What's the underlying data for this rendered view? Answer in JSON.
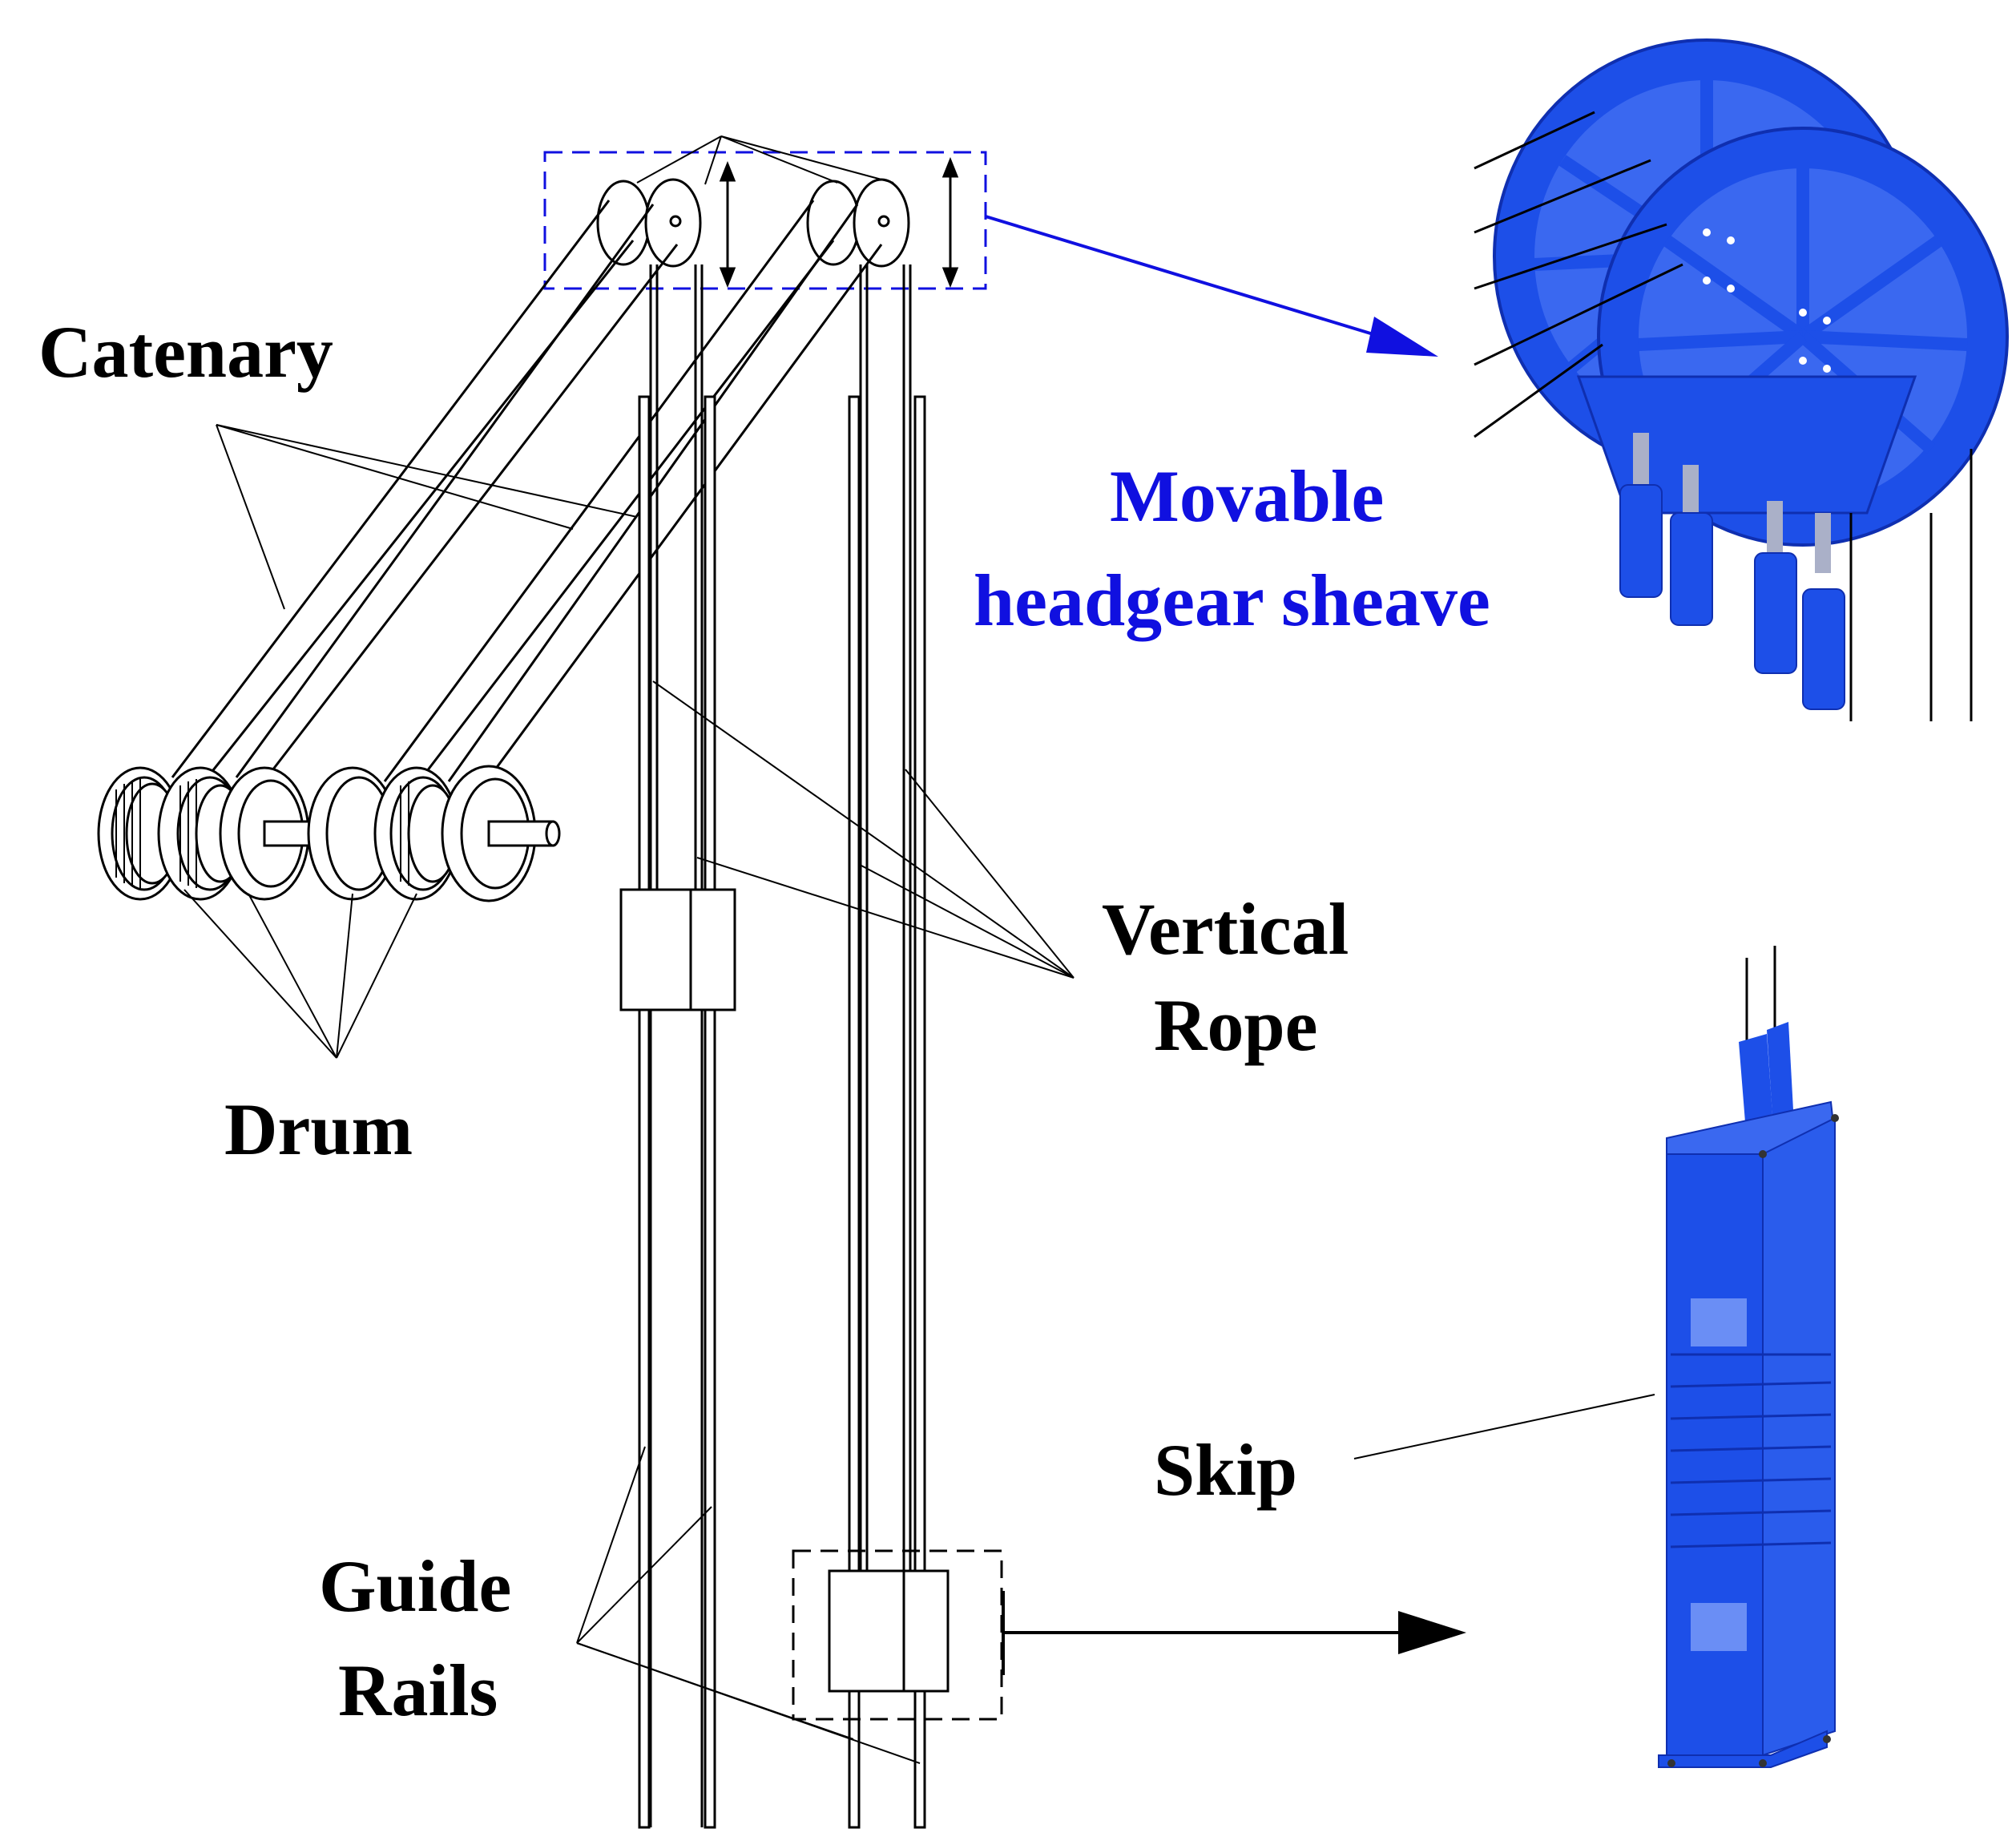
{
  "labels": {
    "catenary": "Catenary",
    "drum": "Drum",
    "vertical_rope_line1": "Vertical",
    "vertical_rope_line2": "Rope",
    "guide_rails_line1": "Guide",
    "guide_rails_line2": "Rails",
    "movable_line1": "Movable",
    "movable_line2": "headgear sheave",
    "skip": "Skip"
  },
  "colors": {
    "line": "#000000",
    "accent_blue": "#1010e0",
    "model_blue": "#1d4fe8",
    "model_blue_dark": "#0f2fb0"
  }
}
